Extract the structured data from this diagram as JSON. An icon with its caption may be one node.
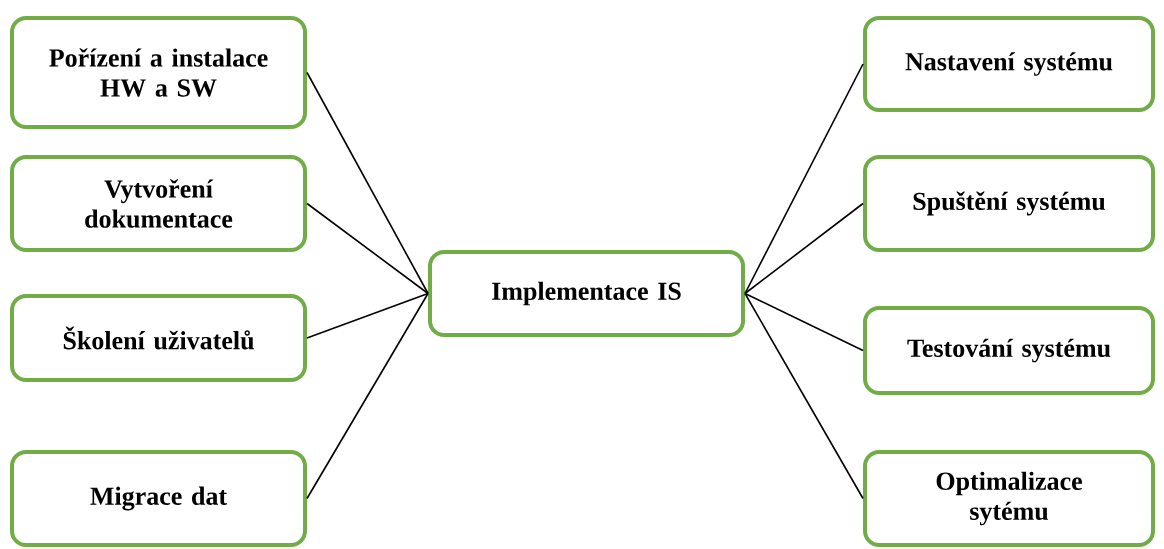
{
  "diagram": {
    "nodes": [
      {
        "text": [
          "Pořízení a instalace HW a SW"
        ]
      },
      {
        "text": [
          "Vytvoření dokumentace"
        ]
      },
      {
        "text": [
          "Školení uživatelů"
        ]
      },
      {
        "text": [
          "Migrace dat"
        ]
      },
      {
        "text": [
          "Implementace IS"
        ]
      },
      {
        "text": [
          "Nastavení systému"
        ]
      },
      {
        "text": [
          "Spuštění systému"
        ]
      },
      {
        "text": [
          "Testování systému"
        ]
      },
      {
        "text": [
          "Optimalizace sytému"
        ]
      }
    ],
    "edges": [
      {
        "from": 4,
        "to": 0,
        "arrow": "none"
      },
      {
        "from": 4,
        "to": 1,
        "arrow": "none"
      },
      {
        "from": 4,
        "to": 2,
        "arrow": "none"
      },
      {
        "from": 4,
        "to": 3,
        "arrow": "none"
      },
      {
        "from": 4,
        "to": 5,
        "arrow": "none"
      },
      {
        "from": 4,
        "to": 6,
        "arrow": "none"
      },
      {
        "from": 4,
        "to": 7,
        "arrow": "none"
      },
      {
        "from": 4,
        "to": 8,
        "arrow": "none"
      }
    ]
  }
}
